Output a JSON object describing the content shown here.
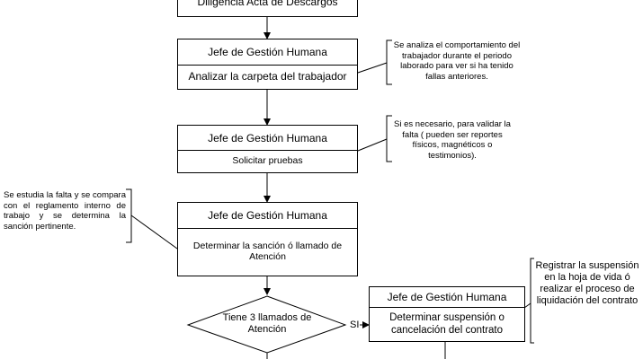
{
  "diagram": {
    "steps": [
      {
        "role": "",
        "task": "Diligencia Acta de Descargos"
      },
      {
        "role": "Jefe de Gestión Humana",
        "task": "Analizar la carpeta del trabajador"
      },
      {
        "role": "Jefe de Gestión Humana",
        "task": "Solicitar pruebas"
      },
      {
        "role": "Jefe de Gestión Humana",
        "task": "Determinar la sanción ó llamado de Atención"
      },
      {
        "role": "Jefe de Gestión Humana",
        "task": "Determinar suspensión o cancelación del contrato"
      }
    ],
    "decision": {
      "text": "Tiene 3 llamados de Atención",
      "yes_label": "SI"
    },
    "notes": [
      "Se analiza el comportamiento del trabajador durante el periodo laborado para ver si ha tenido fallas anteriores.",
      "Si es necesario,  para validar la falta ( pueden ser reportes físicos, magnéticos o testimonios).",
      "Se estudia la falta y se compara con el reglamento interno de trabajo y se determina la sanción pertinente.",
      "Registrar la suspensión en la hoja de vida ó realizar el proceso de liquidación del contrato"
    ]
  }
}
